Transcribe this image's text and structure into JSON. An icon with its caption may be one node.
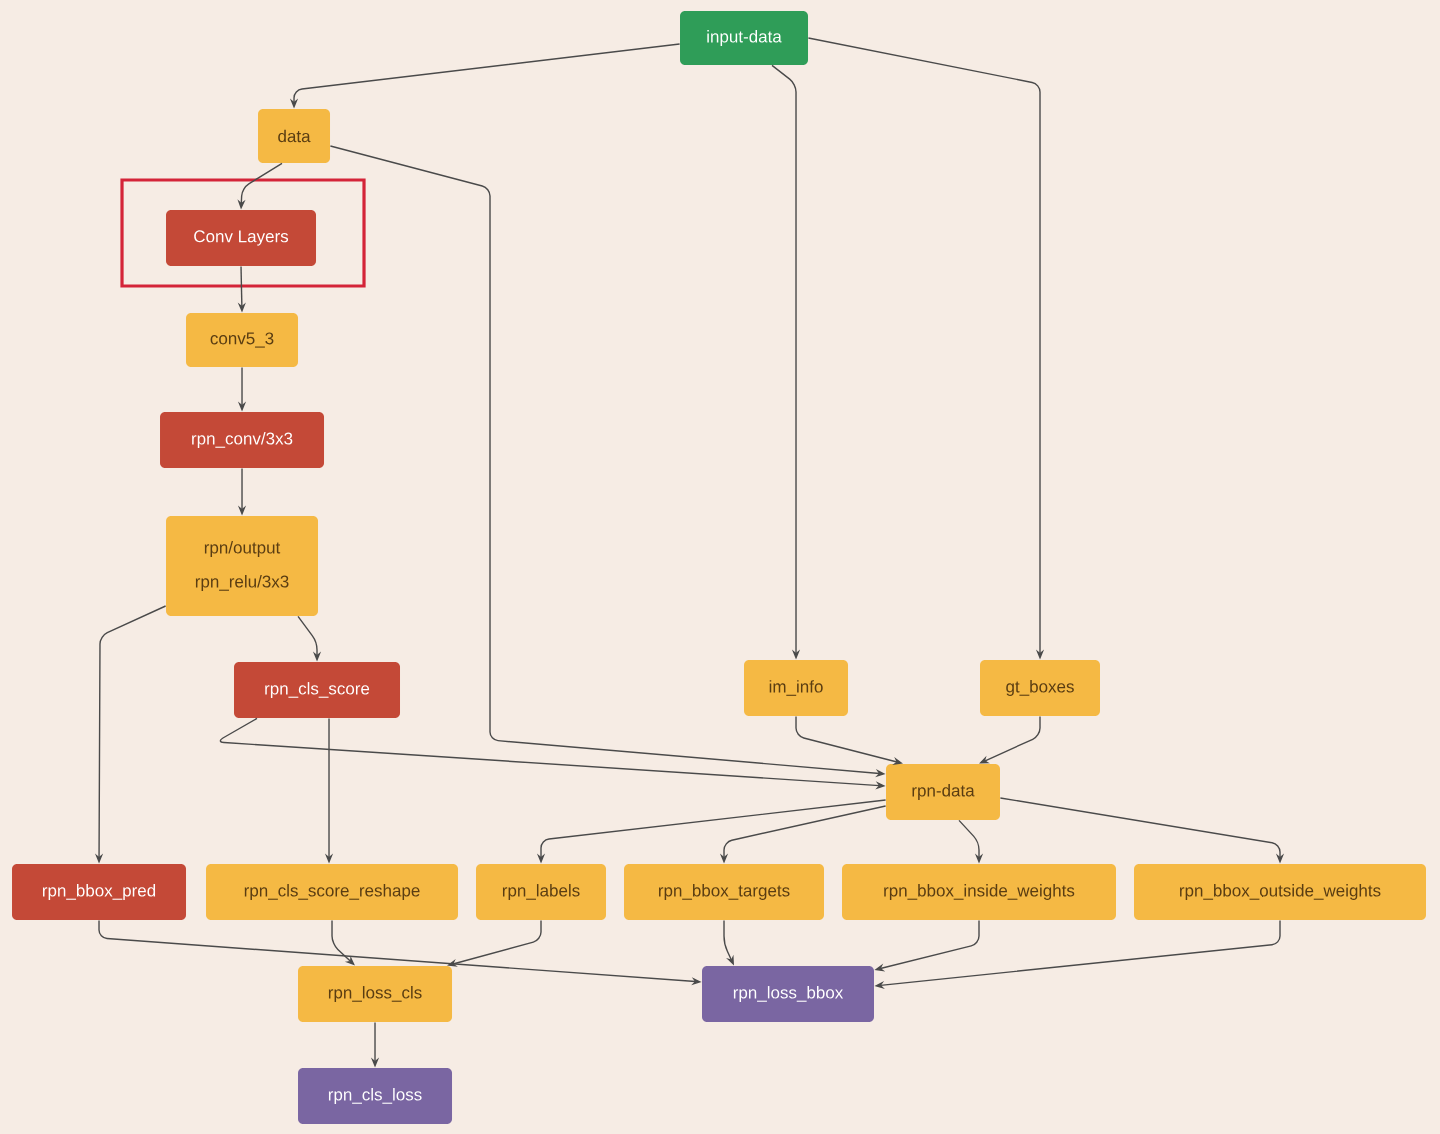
{
  "diagram": {
    "nodes": [
      {
        "text": [
          "input-data"
        ]
      },
      {
        "text": [
          "data"
        ]
      },
      {
        "text": [],
        "shape": "box"
      },
      {
        "text": [
          "Conv Layers"
        ],
        "in": 2
      },
      {
        "text": [
          "conv5_3"
        ]
      },
      {
        "text": [
          "rpn_conv/3x3"
        ]
      },
      {
        "text": [
          "rpn/output",
          "rpn_relu/3x3"
        ]
      },
      {
        "text": [
          "rpn_cls_score"
        ]
      },
      {
        "text": [
          "im_info"
        ]
      },
      {
        "text": [
          "gt_boxes"
        ]
      },
      {
        "text": [
          "rpn-data"
        ]
      },
      {
        "text": [
          "rpn_bbox_pred"
        ]
      },
      {
        "text": [
          "rpn_cls_score_reshape"
        ]
      },
      {
        "text": [
          "rpn_labels"
        ]
      },
      {
        "text": [
          "rpn_bbox_targets"
        ]
      },
      {
        "text": [
          "rpn_bbox_inside_weights"
        ]
      },
      {
        "text": [
          "rpn_bbox_outside_weights"
        ]
      },
      {
        "text": [
          "rpn_loss_cls"
        ]
      },
      {
        "text": [
          "rpn_loss_bbox"
        ]
      },
      {
        "text": [
          "rpn_cls_loss"
        ]
      }
    ],
    "edges": [
      {
        "from": 0,
        "to": 1,
        "arrow": "to"
      },
      {
        "from": 0,
        "to": 8,
        "arrow": "to"
      },
      {
        "from": 0,
        "to": 9,
        "arrow": "to"
      },
      {
        "from": 1,
        "to": 3,
        "arrow": "to"
      },
      {
        "from": 1,
        "to": 10,
        "arrow": "to"
      },
      {
        "from": 3,
        "to": 4,
        "arrow": "to"
      },
      {
        "from": 4,
        "to": 5,
        "arrow": "to"
      },
      {
        "from": 5,
        "to": 6,
        "arrow": "to"
      },
      {
        "from": 6,
        "to": 7,
        "arrow": "to"
      },
      {
        "from": 6,
        "to": 11,
        "arrow": "to"
      },
      {
        "from": 7,
        "to": 12,
        "arrow": "to"
      },
      {
        "from": 7,
        "to": 10,
        "arrow": "to"
      },
      {
        "from": 8,
        "to": 10,
        "arrow": "to"
      },
      {
        "from": 9,
        "to": 10,
        "arrow": "to"
      },
      {
        "from": 10,
        "to": 13,
        "arrow": "to"
      },
      {
        "from": 10,
        "to": 14,
        "arrow": "to"
      },
      {
        "from": 10,
        "to": 15,
        "arrow": "to"
      },
      {
        "from": 10,
        "to": 16,
        "arrow": "to"
      },
      {
        "from": 11,
        "to": 18,
        "arrow": "to"
      },
      {
        "from": 12,
        "to": 17,
        "arrow": "to"
      },
      {
        "from": 13,
        "to": 17,
        "arrow": "to"
      },
      {
        "from": 14,
        "to": 18,
        "arrow": "to"
      },
      {
        "from": 15,
        "to": 18,
        "arrow": "to"
      },
      {
        "from": 16,
        "to": 18,
        "arrow": "to"
      },
      {
        "from": 17,
        "to": 19,
        "arrow": "to"
      }
    ]
  }
}
